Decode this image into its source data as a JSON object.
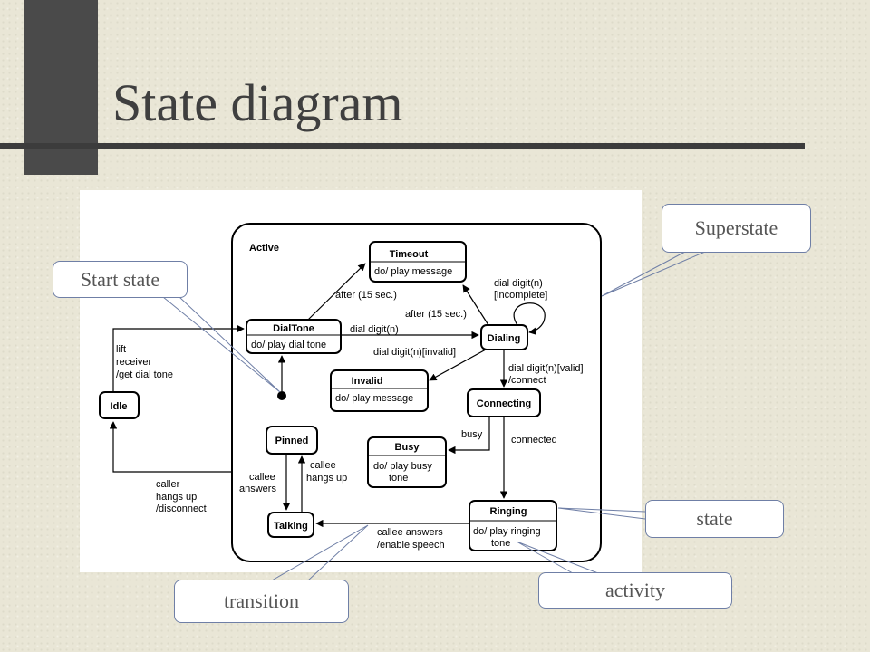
{
  "slide": {
    "title": "State diagram"
  },
  "callouts": {
    "start_state": "Start state",
    "superstate": "Superstate",
    "state": "state",
    "transition": "transition",
    "activity": "activity"
  },
  "diagram": {
    "superstate_label": "Active",
    "states": {
      "idle": {
        "name": "Idle"
      },
      "timeout": {
        "name": "Timeout",
        "activity": "do/ play message"
      },
      "dialtone": {
        "name": "DialTone",
        "activity": "do/ play dial tone"
      },
      "dialing": {
        "name": "Dialing"
      },
      "invalid": {
        "name": "Invalid",
        "activity": "do/ play message"
      },
      "connecting": {
        "name": "Connecting"
      },
      "pinned": {
        "name": "Pinned"
      },
      "busy": {
        "name": "Busy",
        "activity_line1": "do/ play busy",
        "activity_line2": "tone"
      },
      "talking": {
        "name": "Talking"
      },
      "ringing": {
        "name": "Ringing",
        "activity_line1": "do/ play ringing",
        "activity_line2": "tone"
      }
    },
    "transitions": {
      "lift_1": "lift",
      "lift_2": "receiver",
      "lift_3": "/get dial tone",
      "after_1": "after (15 sec.)",
      "after_2": "after (15 sec.)",
      "dial_digit": "dial digit(n)",
      "dial_invalid": "dial digit(n)[invalid]",
      "self_1": "dial digit(n)",
      "self_2": "[incomplete]",
      "valid_1": "dial digit(n)[valid]",
      "valid_2": "/connect",
      "busy": "busy",
      "connected": "connected",
      "callee_answers_1": "callee",
      "callee_answers_2": "answers",
      "callee_hangs_1": "callee",
      "callee_hangs_2": "hangs up",
      "caller_1": "caller",
      "caller_2": "hangs up",
      "caller_3": "/disconnect",
      "enable_1": "callee answers",
      "enable_2": "/enable speech"
    }
  }
}
